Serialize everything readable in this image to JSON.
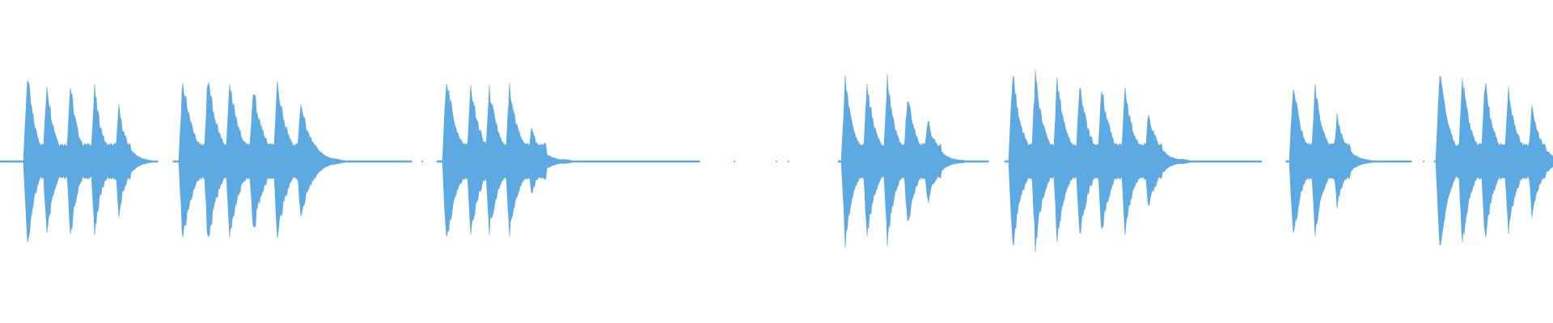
{
  "waveform": {
    "color": "#5DA9E1",
    "background": "#FFFFFF",
    "amplitude_peak": 0.82,
    "segments": [
      {
        "start_s": 0.0,
        "end_s": 1.95,
        "beats": [
          0.34,
          0.58,
          0.87,
          1.17,
          1.47
        ],
        "beat_amps": [
          0.82,
          0.74,
          0.72,
          0.68,
          0.5
        ],
        "tail_s": 0.25
      },
      {
        "start_s": 2.14,
        "end_s": 5.1,
        "beats": [
          2.26,
          2.57,
          2.84,
          3.13,
          3.43,
          3.72
        ],
        "beat_amps": [
          0.78,
          0.8,
          0.74,
          0.7,
          0.72,
          0.56
        ],
        "tail_s": 0.45
      },
      {
        "start_s": 5.4,
        "end_s": 8.65,
        "beats": [
          5.52,
          5.82,
          6.05,
          6.3,
          6.57
        ],
        "beat_amps": [
          0.82,
          0.72,
          0.68,
          0.7,
          0.3
        ],
        "tail_s": 0.35
      },
      {
        "start_s": 10.36,
        "end_s": 12.22,
        "beats": [
          10.45,
          10.72,
          10.97,
          11.22,
          11.47
        ],
        "beat_amps": [
          0.76,
          0.74,
          0.76,
          0.62,
          0.4
        ],
        "tail_s": 0.3
      },
      {
        "start_s": 12.42,
        "end_s": 15.6,
        "beats": [
          12.52,
          12.8,
          13.07,
          13.35,
          13.62,
          13.91,
          14.2
        ],
        "beat_amps": [
          0.84,
          0.8,
          0.76,
          0.74,
          0.7,
          0.68,
          0.46
        ],
        "tail_s": 0.4
      },
      {
        "start_s": 15.9,
        "end_s": 17.45,
        "beats": [
          15.99,
          16.26,
          16.53
        ],
        "beat_amps": [
          0.74,
          0.7,
          0.42
        ],
        "tail_s": 0.25
      },
      {
        "start_s": 17.73,
        "end_s": 19.2,
        "beats": [
          17.8,
          18.08,
          18.36,
          18.65,
          18.94
        ],
        "beat_amps": [
          0.86,
          0.78,
          0.74,
          0.66,
          0.5
        ],
        "tail_s": 0.2
      }
    ],
    "specks_s": [
      9.08,
      9.6,
      9.75,
      5.22,
      17.6
    ],
    "total_duration_s": 19.2
  }
}
